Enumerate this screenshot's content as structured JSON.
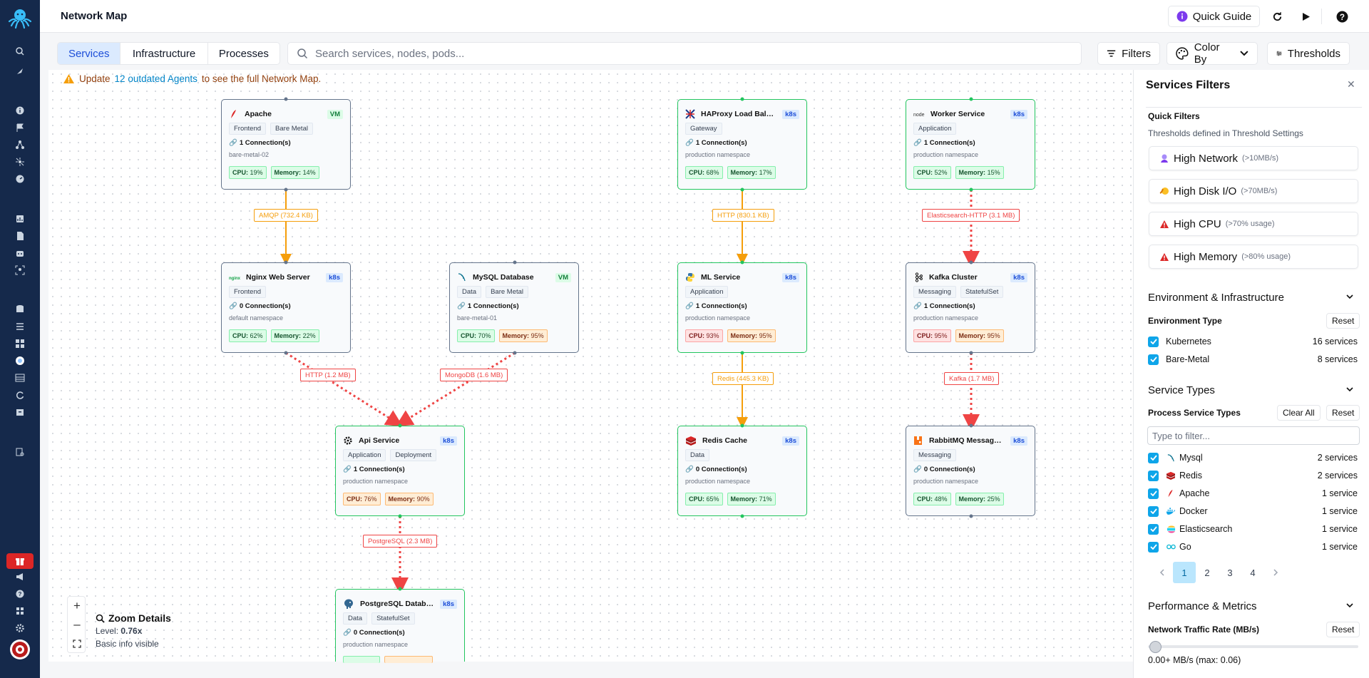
{
  "app": {
    "title": "Network Map"
  },
  "header": {
    "quick_guide": "Quick Guide",
    "icons": [
      "octopus-logo",
      "refresh-icon",
      "play-icon",
      "help-icon"
    ]
  },
  "toolbar": {
    "tabs": [
      "Services",
      "Infrastructure",
      "Processes"
    ],
    "active_tab": "Services",
    "search_placeholder": "Search services, nodes, pods...",
    "filters": "Filters",
    "color_by": "Color By",
    "thresholds": "Thresholds"
  },
  "warning": {
    "prefix": "Update",
    "link": "12 outdated Agents",
    "suffix": "to see the full Network Map."
  },
  "nodes": [
    {
      "name": "Apache",
      "badge": "VM",
      "tags": [
        "Frontend",
        "Bare Metal"
      ],
      "connections": "1 Connection(s)",
      "namespace": "bare-metal-02",
      "cpu": "19%",
      "memory": "14%",
      "icon": "apache-feather-icon"
    },
    {
      "name": "HAProxy Load Balan...",
      "badge": "k8s",
      "tags": [
        "Gateway"
      ],
      "connections": "1 Connection(s)",
      "namespace": "production namespace",
      "cpu": "68%",
      "memory": "17%",
      "icon": "haproxy-icon"
    },
    {
      "name": "Worker Service",
      "badge": "k8s",
      "tags": [
        "Application"
      ],
      "connections": "1 Connection(s)",
      "namespace": "production namespace",
      "cpu": "52%",
      "memory": "15%",
      "icon": "nodejs-icon"
    },
    {
      "name": "Nginx Web Server",
      "badge": "k8s",
      "tags": [
        "Frontend"
      ],
      "connections": "0 Connection(s)",
      "namespace": "default namespace",
      "cpu": "62%",
      "memory": "22%",
      "icon": "nginx-icon"
    },
    {
      "name": "MySQL Database",
      "badge": "VM",
      "tags": [
        "Data",
        "Bare Metal"
      ],
      "connections": "1 Connection(s)",
      "namespace": "bare-metal-01",
      "cpu": "70%",
      "memory": "95%",
      "icon": "mysql-dolphin-icon"
    },
    {
      "name": "ML Service",
      "badge": "k8s",
      "tags": [
        "Application"
      ],
      "connections": "1 Connection(s)",
      "namespace": "production namespace",
      "cpu": "93%",
      "memory": "95%",
      "icon": "python-icon"
    },
    {
      "name": "Kafka Cluster",
      "badge": "k8s",
      "tags": [
        "Messaging",
        "StatefulSet"
      ],
      "connections": "1 Connection(s)",
      "namespace": "production namespace",
      "cpu": "95%",
      "memory": "95%",
      "icon": "kafka-icon"
    },
    {
      "name": "Api Service",
      "badge": "k8s",
      "tags": [
        "Application",
        "Deployment"
      ],
      "connections": "1 Connection(s)",
      "namespace": "production namespace",
      "cpu": "76%",
      "memory": "90%",
      "icon": "gear-icon"
    },
    {
      "name": "Redis Cache",
      "badge": "k8s",
      "tags": [
        "Data"
      ],
      "connections": "0 Connection(s)",
      "namespace": "production namespace",
      "cpu": "65%",
      "memory": "71%",
      "icon": "redis-icon"
    },
    {
      "name": "RabbitMQ Message ...",
      "badge": "k8s",
      "tags": [
        "Messaging"
      ],
      "connections": "0 Connection(s)",
      "namespace": "production namespace",
      "cpu": "48%",
      "memory": "25%",
      "icon": "rabbitmq-icon"
    },
    {
      "name": "PostgreSQL Database",
      "badge": "k8s",
      "tags": [
        "Data",
        "StatefulSet"
      ],
      "connections": "0 Connection(s)",
      "namespace": "production namespace",
      "cpu": "",
      "memory": "",
      "icon": "postgresql-elephant-icon"
    }
  ],
  "edges": [
    {
      "label": "AMQP (732.4 KB)"
    },
    {
      "label": "HTTP (830.1 KB)"
    },
    {
      "label": "Elasticsearch-HTTP (3.1 MB)"
    },
    {
      "label": "HTTP (1.2 MB)"
    },
    {
      "label": "MongoDB (1.6 MB)"
    },
    {
      "label": "Redis (445.3 KB)"
    },
    {
      "label": "Kafka (1.7 MB)"
    },
    {
      "label": "PostgreSQL (2.3 MB)"
    }
  ],
  "metric_labels": {
    "cpu": "CPU:",
    "memory": "Memory:"
  },
  "zoom": {
    "title": "Zoom Details",
    "level_label": "Level:",
    "level": "0.76x",
    "desc": "Basic info visible"
  },
  "panel": {
    "title": "Services Filters",
    "quick_filters_title": "Quick Filters",
    "quick_filters_desc": "Thresholds defined in Threshold Settings",
    "quick_filters": [
      {
        "label": "High Network",
        "hint": "(>10MB/s)",
        "icon": "network-icon"
      },
      {
        "label": "High Disk I/O",
        "hint": "(>70MB/s)",
        "icon": "disk-icon"
      },
      {
        "label": "High CPU",
        "hint": "(>70% usage)",
        "icon": "warning-triangle-icon"
      },
      {
        "label": "High Memory",
        "hint": "(>80% usage)",
        "icon": "warning-triangle-icon"
      }
    ],
    "env_section": "Environment & Infrastructure",
    "env_type": "Environment Type",
    "reset": "Reset",
    "env_items": [
      {
        "label": "Kubernetes",
        "count": "16 services"
      },
      {
        "label": "Bare-Metal",
        "count": "8 services"
      }
    ],
    "service_types": "Service Types",
    "process_types": "Process Service Types",
    "clear_all": "Clear All",
    "filter_placeholder": "Type to filter...",
    "process_items": [
      {
        "label": "Mysql",
        "count": "2 services",
        "icon": "mysql-icon"
      },
      {
        "label": "Redis",
        "count": "2 services",
        "icon": "redis-icon"
      },
      {
        "label": "Apache",
        "count": "1 service",
        "icon": "apache-icon"
      },
      {
        "label": "Docker",
        "count": "1 service",
        "icon": "docker-icon"
      },
      {
        "label": "Elasticsearch",
        "count": "1 service",
        "icon": "elasticsearch-icon"
      },
      {
        "label": "Go",
        "count": "1 service",
        "icon": "go-icon"
      }
    ],
    "pages": [
      "1",
      "2",
      "3",
      "4"
    ],
    "active_page": "1",
    "perf_section": "Performance & Metrics",
    "network_rate": "Network Traffic Rate (MB/s)",
    "network_value": "0.00+ MB/s (max: 0.06)",
    "slider_value": 0
  },
  "colors": {
    "sidebar": "#15294b",
    "accent": "#0ea5e9",
    "ok": "#22c55e",
    "edge_orange": "#f59e0b",
    "edge_red": "#ef4444"
  }
}
